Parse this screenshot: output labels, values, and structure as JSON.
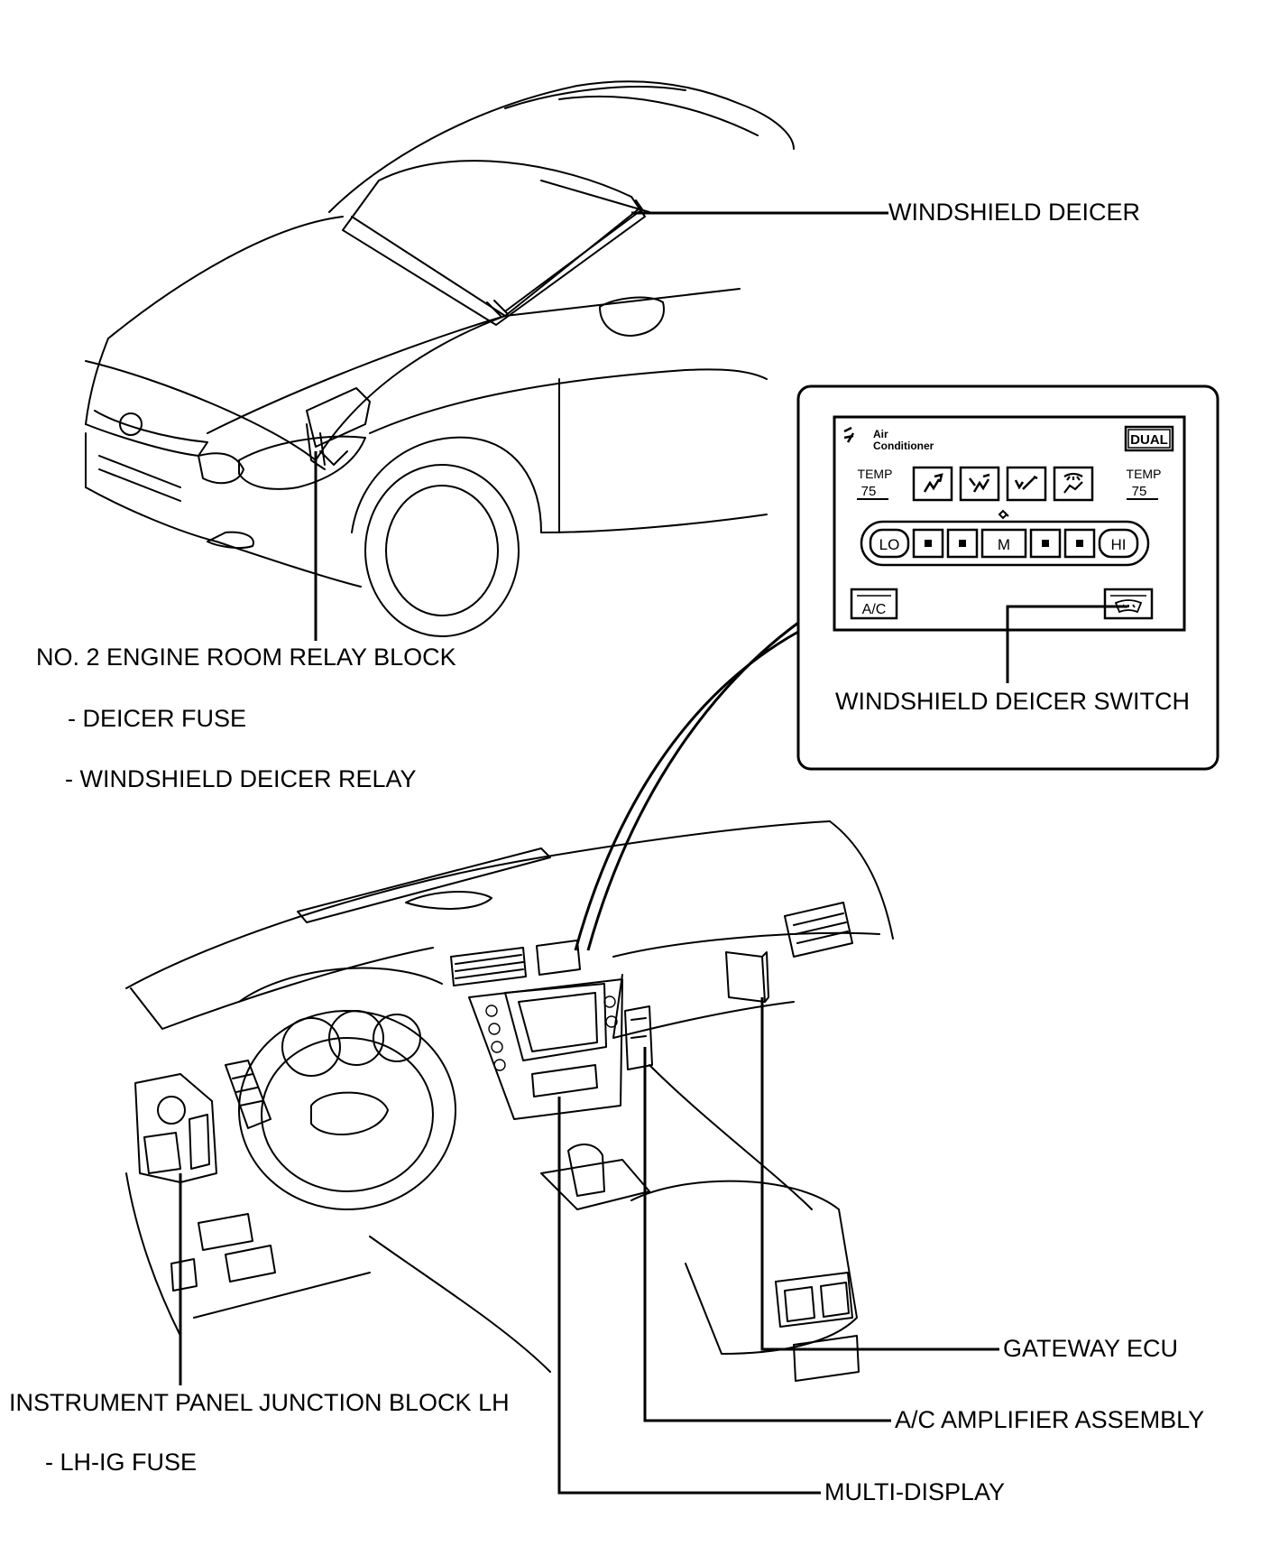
{
  "labels": {
    "windshield_deicer": "WINDSHIELD DEICER",
    "relay_block": "NO. 2 ENGINE ROOM RELAY BLOCK",
    "deicer_fuse": "- DEICER FUSE",
    "deicer_relay": "-  WINDSHIELD DEICER RELAY",
    "deicer_switch": "WINDSHIELD DEICER SWITCH",
    "gateway_ecu": "GATEWAY ECU",
    "ac_amplifier": "A/C AMPLIFIER ASSEMBLY",
    "multi_display": "MULTI-DISPLAY",
    "junction_block": "INSTRUMENT PANEL JUNCTION BLOCK LH",
    "lh_ig_fuse": "- LH-IG FUSE"
  },
  "ac_panel": {
    "title_line1": "Air",
    "title_line2": "Conditioner",
    "dual_label": "DUAL",
    "temp_left_label": "TEMP",
    "temp_left_value": "75",
    "temp_right_label": "TEMP",
    "temp_right_value": "75",
    "fan_lo": "LO",
    "fan_mid": "M",
    "fan_hi": "HI",
    "ac_label": "A/C"
  }
}
